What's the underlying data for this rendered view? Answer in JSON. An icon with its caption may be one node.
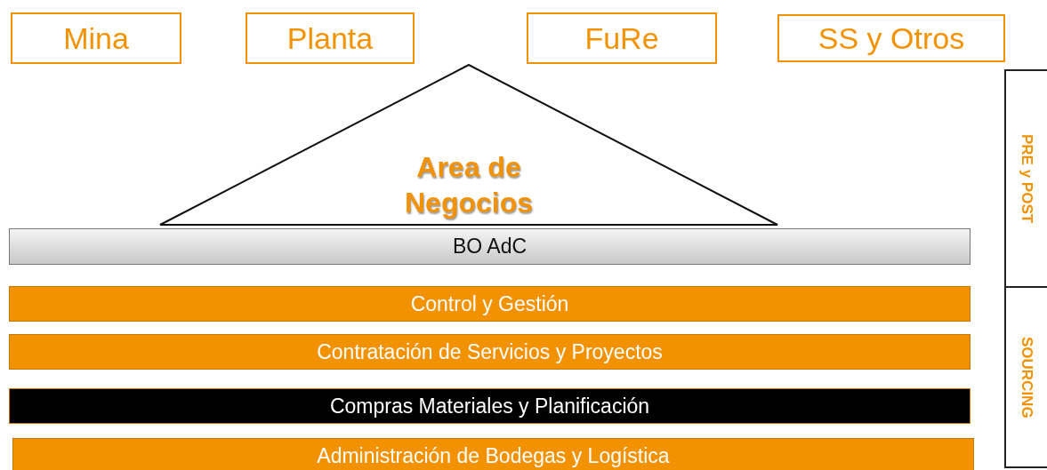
{
  "diagram": {
    "nodes": [
      {
        "text": [
          "Mina"
        ]
      },
      {
        "text": [
          "Planta"
        ]
      },
      {
        "text": [
          "FuRe"
        ]
      },
      {
        "text": [
          "SS y Otros"
        ]
      },
      {
        "text": [
          "Area de Negocios"
        ]
      },
      {
        "text": [
          "BO AdC"
        ]
      },
      {
        "text": [
          "Control y Gestión"
        ]
      },
      {
        "text": [
          "Contratación de Servicios y Proyectos"
        ]
      },
      {
        "text": [
          "Compras Materiales y Planificación"
        ]
      },
      {
        "text": [
          "Administración de Bodegas y Logística"
        ]
      },
      {
        "text": [
          "PRE y POST"
        ]
      },
      {
        "text": [
          "SOURCING"
        ]
      }
    ]
  }
}
